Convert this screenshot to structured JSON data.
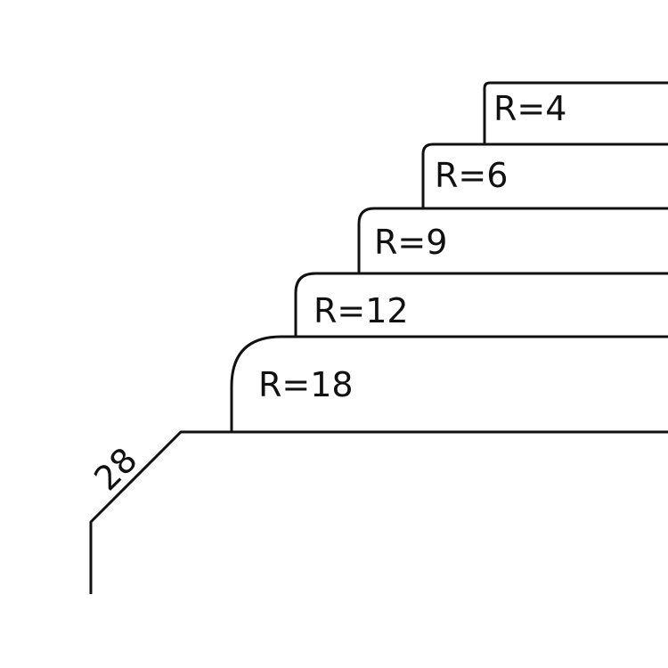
{
  "diagram": {
    "labels": {
      "r4": "R=4",
      "r6": "R=6",
      "r9": "R=9",
      "r12": "R=12",
      "r18": "R=18",
      "chamfer": "28"
    },
    "colors": {
      "stroke": "#111111",
      "background": "#ffffff"
    }
  }
}
